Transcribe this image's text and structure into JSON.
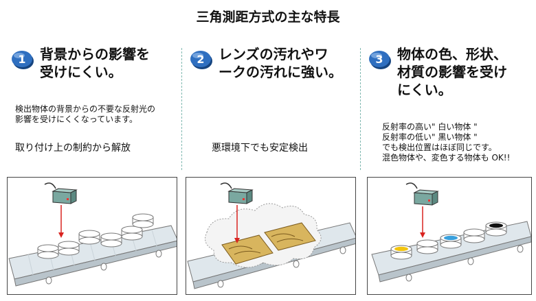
{
  "title": "三角測距方式の主な特長",
  "features": [
    {
      "number": "1",
      "heading_lines": [
        "背景からの影響を",
        "受けにくい。"
      ],
      "description_lines": [
        "検出物体の背景からの不要な反射光の",
        "影響を受けにくくなっています。"
      ],
      "subtext": "取り付け上の制約から解放"
    },
    {
      "number": "2",
      "heading_lines": [
        "レンズの汚れやワ",
        "ークの汚れに強い。"
      ],
      "description_lines": [],
      "subtext": "悪環境下でも安定検出"
    },
    {
      "number": "3",
      "heading_lines": [
        "物体の色、形状、",
        "材質の影響を受け",
        "にくい。"
      ],
      "description_lines": [
        "反射率の高い\" 白い物体 \"",
        "反射率の低い\" 黒い物体 \"",
        "でも検出位置はほぼ同じです。",
        "混色物体や、変色する物体も OK!!"
      ],
      "subtext": ""
    }
  ],
  "colors": {
    "badge": "#2f6fc0",
    "sensor": "#7aa8a0",
    "arrow": "#d9231f",
    "conveyor": "#dfe7ec",
    "divider": "#7fb8b0",
    "yellow": "#f2c40f",
    "blue": "#3aa0dc",
    "black": "#111111"
  },
  "icons": [
    "sensor-icon",
    "arrow-down-icon",
    "conveyor-belt-icon"
  ]
}
